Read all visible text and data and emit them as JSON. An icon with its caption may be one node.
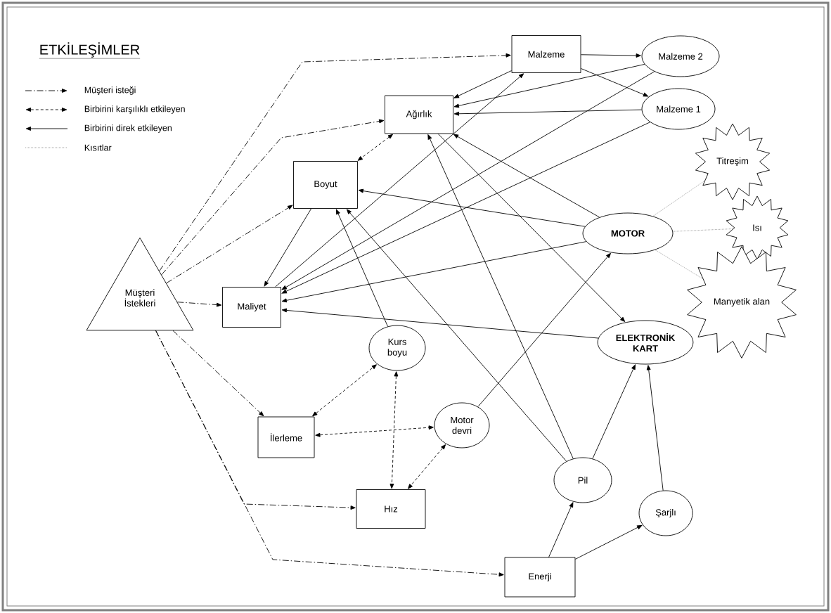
{
  "diagram": {
    "title": "ETKİLEŞİMLER",
    "nodes": [
      {
        "text": [
          "Malzeme"
        ]
      },
      {
        "text": [
          "Malzeme 2"
        ]
      },
      {
        "text": [
          "Ağırlık"
        ]
      },
      {
        "text": [
          "Malzeme 1"
        ]
      },
      {
        "text": [
          "Titreşim"
        ]
      },
      {
        "text": [
          "Boyut"
        ]
      },
      {
        "text": [
          "MOTOR"
        ]
      },
      {
        "text": [
          "Isı"
        ]
      },
      {
        "text": [
          "Müşteri İstekleri"
        ]
      },
      {
        "text": [
          "Maliyet"
        ]
      },
      {
        "text": [
          "Manyetik alan"
        ]
      },
      {
        "text": [
          "ELEKTRONİK KART"
        ]
      },
      {
        "text": [
          "Kurs boyu"
        ]
      },
      {
        "text": [
          "Motor devri"
        ]
      },
      {
        "text": [
          "İlerleme"
        ]
      },
      {
        "text": [
          "Pil"
        ]
      },
      {
        "text": [
          "Hız"
        ]
      },
      {
        "text": [
          "Şarjlı"
        ]
      },
      {
        "text": [
          "Enerji"
        ]
      }
    ],
    "edges": [
      {
        "from": 8,
        "to": 0,
        "arrow": "to",
        "style": "dashed"
      },
      {
        "from": 8,
        "to": 2,
        "arrow": "to",
        "style": "dashed"
      },
      {
        "from": 8,
        "to": 5,
        "arrow": "to",
        "style": "dashed"
      },
      {
        "from": 8,
        "to": 9,
        "arrow": "to",
        "style": "dashed"
      },
      {
        "from": 8,
        "to": 14,
        "arrow": "to",
        "style": "dashed"
      },
      {
        "from": 8,
        "to": 16,
        "arrow": "to",
        "style": "dashed"
      },
      {
        "from": 8,
        "to": 18,
        "arrow": "to",
        "style": "dashed"
      },
      {
        "from": 2,
        "to": 5,
        "arrow": "both",
        "style": "dashed"
      },
      {
        "from": 14,
        "to": 12,
        "arrow": "both",
        "style": "dashed"
      },
      {
        "from": 14,
        "to": 13,
        "arrow": "both",
        "style": "dashed"
      },
      {
        "from": 12,
        "to": 16,
        "arrow": "both",
        "style": "dashed"
      },
      {
        "from": 13,
        "to": 16,
        "arrow": "both",
        "style": "dashed"
      },
      {
        "from": 0,
        "to": 2,
        "arrow": "to"
      },
      {
        "from": 0,
        "to": 1,
        "arrow": "to"
      },
      {
        "from": 0,
        "to": 3,
        "arrow": "to"
      },
      {
        "from": 1,
        "to": 2,
        "arrow": "to"
      },
      {
        "from": 3,
        "to": 2,
        "arrow": "to"
      },
      {
        "from": 9,
        "to": 0,
        "arrow": "to"
      },
      {
        "from": 1,
        "to": 9,
        "arrow": "to"
      },
      {
        "from": 3,
        "to": 9,
        "arrow": "to"
      },
      {
        "from": 6,
        "to": 9,
        "arrow": "to"
      },
      {
        "from": 6,
        "to": 5,
        "arrow": "to"
      },
      {
        "from": 6,
        "to": 2,
        "arrow": "to"
      },
      {
        "from": 5,
        "to": 9,
        "arrow": "to"
      },
      {
        "from": 11,
        "to": 9,
        "arrow": "to"
      },
      {
        "from": 12,
        "to": 5,
        "arrow": "to"
      },
      {
        "from": 15,
        "to": 5,
        "arrow": "to"
      },
      {
        "from": 15,
        "to": 2,
        "arrow": "to"
      },
      {
        "from": 2,
        "to": 11,
        "arrow": "to"
      },
      {
        "from": 15,
        "to": 11,
        "arrow": "to"
      },
      {
        "from": 17,
        "to": 11,
        "arrow": "to"
      },
      {
        "from": 18,
        "to": 15,
        "arrow": "to"
      },
      {
        "from": 18,
        "to": 17,
        "arrow": "to"
      },
      {
        "from": 13,
        "to": 6,
        "arrow": "to"
      },
      {
        "from": 6,
        "to": 4,
        "arrow": "none",
        "style": "dashed",
        "color": "#808080"
      },
      {
        "from": 6,
        "to": 7,
        "arrow": "none",
        "style": "dashed",
        "color": "#808080"
      },
      {
        "from": 6,
        "to": 10,
        "arrow": "none",
        "style": "dashed",
        "color": "#808080"
      }
    ],
    "legend": [
      {
        "text": "Müşteri isteği"
      },
      {
        "text": "Birbirini karşılıklı etkileyen"
      },
      {
        "text": "Birbirini direk etkileyen"
      },
      {
        "text": "Kısıtlar"
      }
    ]
  }
}
